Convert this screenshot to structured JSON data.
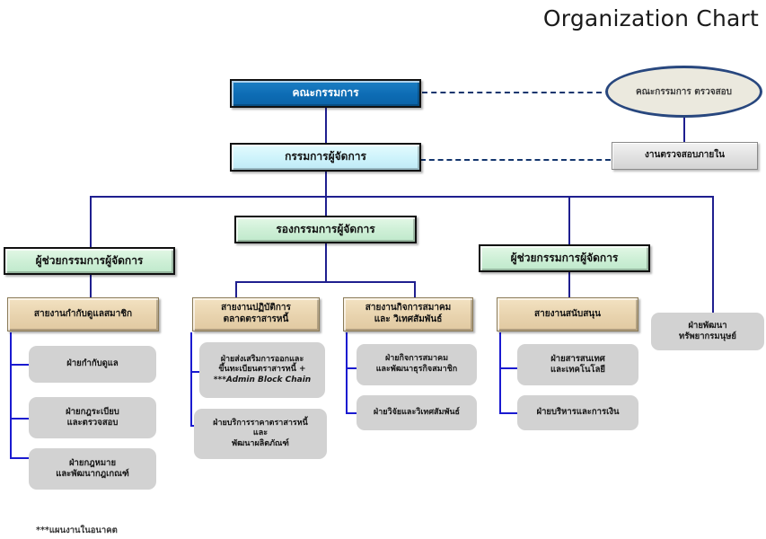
{
  "header": {
    "title": "Organization Chart"
  },
  "footnote": "***แผนงานในอนาคต",
  "colors": {
    "board": "#0d6cb4",
    "md": "#cdf3fb",
    "deputy": "#cdefd6",
    "division": "#e8d3ae",
    "department": "#d2d2d2",
    "audit_committee": "#ebe9de",
    "connector": "#1f1f8f",
    "connector_sub": "#1a1ad0"
  },
  "nodes": {
    "board": {
      "label": "คณะกรรมการ"
    },
    "audit_committee": {
      "line1": "คณะกรรมการ",
      "line2": "ตรวจสอบ"
    },
    "internal_audit": {
      "label": "งานตรวจสอบภายใน"
    },
    "managing_director": {
      "label": "กรรมการผู้จัดการ"
    },
    "deputy_md": {
      "label": "รองกรรมการผู้จัดการ"
    },
    "assistant_md_left": {
      "label": "ผู้ช่วยกรรมการผู้จัดการ"
    },
    "assistant_md_right": {
      "label": "ผู้ช่วยกรรมการผู้จัดการ"
    },
    "hr_development": {
      "line1": "ฝ่ายพัฒนา",
      "line2": "ทรัพยากรมนุษย์"
    }
  },
  "divisions": [
    {
      "id": "member-supervision",
      "title_lines": [
        "สายงานกำกับดูแลสมาชิก"
      ],
      "departments": [
        {
          "lines": [
            "ฝ่ายกำกับดูแล"
          ]
        },
        {
          "lines": [
            "ฝ่ายกฎระเบียบ",
            "และตรวจสอบ"
          ]
        },
        {
          "lines": [
            "ฝ่ายกฎหมาย",
            "และพัฒนากฎเกณฑ์"
          ]
        }
      ]
    },
    {
      "id": "bond-market-operations",
      "title_lines": [
        "สายงานปฏิบัติการ",
        "ตลาดตราสารหนี้"
      ],
      "departments": [
        {
          "lines": [
            "ฝ่ายส่งเสริมการออกและ",
            "ขึ้นทะเบียนตราสารหนี้ +",
            "***Admin Block Chain"
          ],
          "emphasis_line": 2
        },
        {
          "lines": [
            "ฝ่ายบริการราคาตราสารหนี้",
            "และ",
            "พัฒนาผลิตภัณฑ์"
          ]
        }
      ]
    },
    {
      "id": "association-international",
      "title_lines": [
        "สายงานกิจการสมาคม",
        "และ  วิเทศสัมพันธ์"
      ],
      "departments": [
        {
          "lines": [
            "ฝ่ายกิจการสมาคม",
            "และพัฒนาธุรกิจสมาชิก"
          ]
        },
        {
          "lines": [
            "ฝ่ายวิจัยและวิเทศสัมพันธ์"
          ]
        }
      ]
    },
    {
      "id": "support",
      "title_lines": [
        "สายงานสนับสนุน"
      ],
      "departments": [
        {
          "lines": [
            "ฝ่ายสารสนเทศ",
            "และเทคโนโลยี"
          ]
        },
        {
          "lines": [
            "ฝ่ายบริหารและการเงิน"
          ]
        }
      ]
    }
  ]
}
